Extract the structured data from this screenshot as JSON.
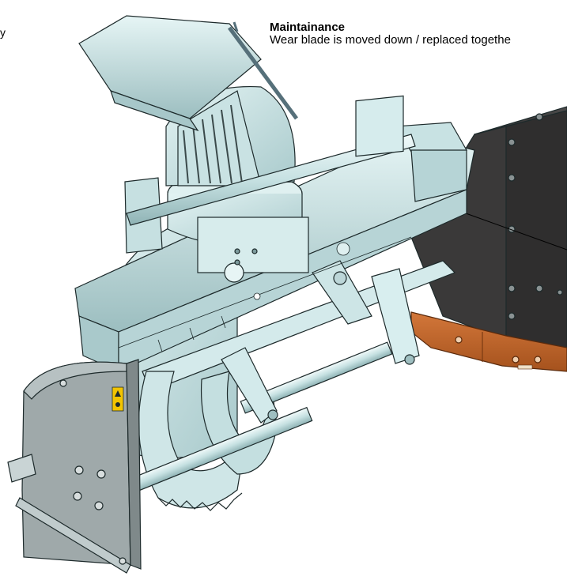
{
  "caption": {
    "title": "Maintainance",
    "body": "Wear blade is moved down / replaced togethe"
  },
  "left_edge_text": "y",
  "colors": {
    "steel": "#cfe7e8",
    "steel_shadow": "#9fc3c5",
    "steel_dark": "#6f9598",
    "moldboard": "#3b3a3a",
    "moldboard_edge": "#5a5a5a",
    "wear_blade": "#c8692a",
    "wear_blade_dark": "#9a4a18",
    "outline": "#1d2a2b",
    "warning_label": "#f2c400"
  },
  "icons": [
    "warning-label-icon",
    "leader-arrow-icon"
  ]
}
